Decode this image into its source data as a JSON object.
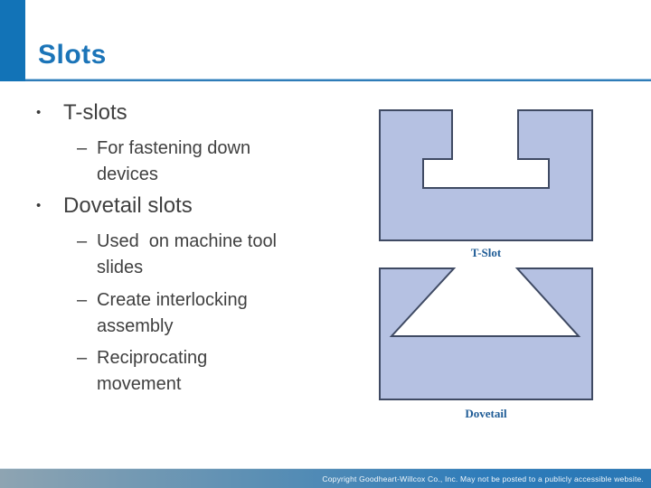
{
  "slide": {
    "title": "Slots",
    "markers": {
      "level1": "•",
      "level2": "–"
    },
    "bullets": [
      {
        "label": "T-slots",
        "sub": [
          "For fastening down\ndevices"
        ]
      },
      {
        "label": "Dovetail slots",
        "sub": [
          "Used  on machine tool\nslides",
          "Create interlocking\nassembly",
          "Reciprocating\nmovement"
        ]
      }
    ]
  },
  "figures": [
    {
      "label": "T-Slot"
    },
    {
      "label": "Dovetail"
    }
  ],
  "footer": {
    "copyright": "Copyright Goodheart-Willcox Co., Inc.  May not be posted to a publicly accessible website."
  },
  "colors": {
    "accent_blue": "#1273b7",
    "title_blue": "#1b74b8",
    "figure_fill": "#b5c1e2",
    "figure_stroke": "#3f4a63",
    "figure_label_blue": "#1f5c96",
    "body_text": "#404040",
    "footer_gradient_left": "#8ea4b2",
    "footer_gradient_right": "#2a77b4"
  }
}
